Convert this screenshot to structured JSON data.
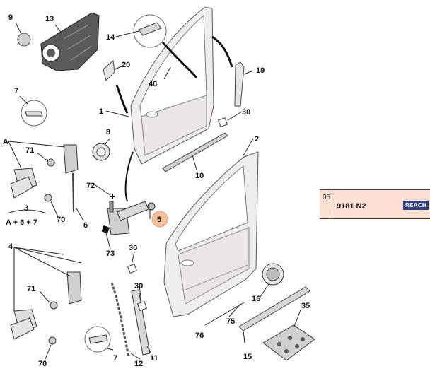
{
  "callouts": {
    "c9": "9",
    "c13": "13",
    "c14": "14",
    "c20": "20",
    "c40": "40",
    "c19": "19",
    "c7a": "7",
    "c1": "1",
    "c30a": "30",
    "c8": "8",
    "c2": "2",
    "cA": "A",
    "c71a": "71",
    "c10": "10",
    "c72": "72",
    "c70a": "70",
    "c3": "3",
    "c6": "6",
    "c5": "5",
    "c73": "73",
    "c4": "4",
    "c30b": "30",
    "c71b": "71",
    "c30c": "30",
    "c16": "16",
    "c75": "75",
    "c35": "35",
    "c76": "76",
    "c15": "15",
    "c7b": "7",
    "c12": "12",
    "c11": "11",
    "c70b": "70",
    "formula": "A + 6 + 7"
  },
  "reference": {
    "code": "05",
    "part_number": "9181 N2",
    "badge": "REACH"
  },
  "colors": {
    "door_fill": "#f2eded",
    "highlight": "#f6c09a",
    "badge": "#2d3e7a",
    "panel": "#fbe0d3"
  }
}
